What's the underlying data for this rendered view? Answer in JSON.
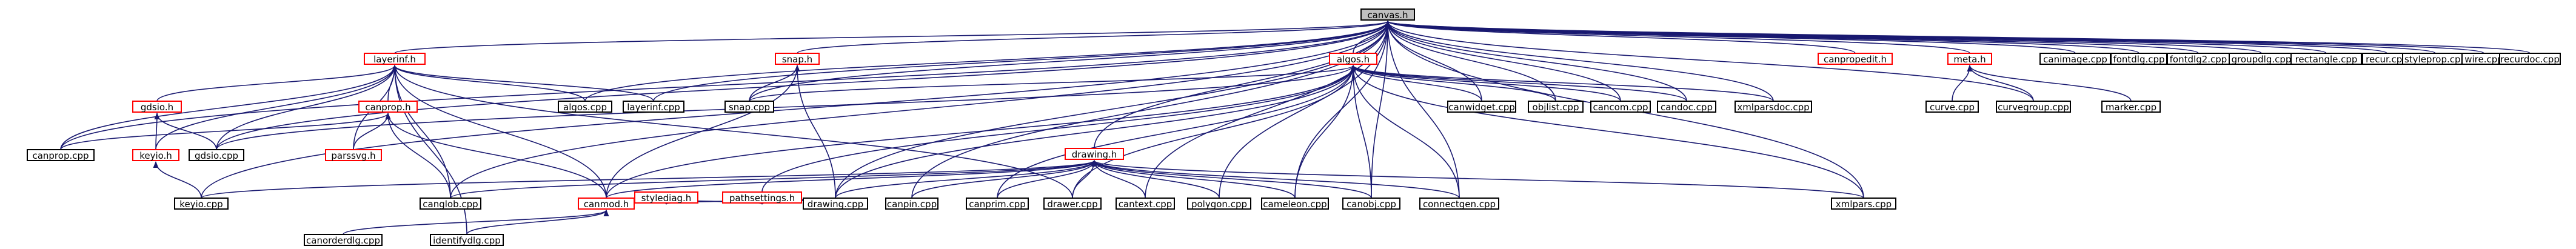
{
  "root": "canvas.h",
  "nodes": {
    "canvas_h": "canvas.h",
    "layerinf_h": "layerinf.h",
    "snap_h": "snap.h",
    "algos_h": "algos.h",
    "canpropedit_h": "canpropedit.h",
    "meta_h": "meta.h",
    "canimage_cpp": "canimage.cpp",
    "fontdlg_cpp": "fontdlg.cpp",
    "fontdlg2_cpp": "fontdlg2.cpp",
    "groupdlg_cpp": "groupdlg.cpp",
    "rectangle_cpp": "rectangle.cpp",
    "recur_cpp": "recur.cpp",
    "styleprop_cpp": "styleprop.cpp",
    "wire_cpp": "wire.cpp",
    "recurdoc_cpp": "recurdoc.cpp",
    "gdsio_h": "gdsio.h",
    "canprop_h": "canprop.h",
    "algos_cpp": "algos.cpp",
    "layerinf_cpp": "layerinf.cpp",
    "snap_cpp": "snap.cpp",
    "canwidget_cpp": "canwidget.cpp",
    "objlist_cpp": "objlist.cpp",
    "cancom_cpp": "cancom.cpp",
    "candoc_cpp": "candoc.cpp",
    "xmlparsdoc_cpp": "xmlparsdoc.cpp",
    "curve_cpp": "curve.cpp",
    "curvegroup_cpp": "curvegroup.cpp",
    "marker_cpp": "marker.cpp",
    "keyio_h": "keyio.h",
    "gdsio_cpp": "gdsio.cpp",
    "canprop_cpp": "canprop.cpp",
    "parssvg_h": "parssvg.h",
    "drawing_h": "drawing.h",
    "stylediag_h": "stylediag.h",
    "pathsettings_h": "pathsettings.h",
    "keyio_cpp": "keyio.cpp",
    "canglob_cpp": "canglob.cpp",
    "canmod_h": "canmod.h",
    "drawing_cpp": "drawing.cpp",
    "canpin_cpp": "canpin.cpp",
    "canprim_cpp": "canprim.cpp",
    "drawer_cpp": "drawer.cpp",
    "cantext_cpp": "cantext.cpp",
    "polygon_cpp": "polygon.cpp",
    "cameleon_cpp": "cameleon.cpp",
    "canobj_cpp": "canobj.cpp",
    "connectgen_cpp": "connectgen.cpp",
    "xmlpars_cpp": "xmlpars.cpp",
    "canorderdlg_cpp": "canorderdlg.cpp",
    "identifydlg_cpp": "identifydlg.cpp"
  },
  "colors": {
    "edge": "#191970",
    "node_border": "#000000",
    "node_border_incomplete": "#ff0000",
    "root_fill": "#bfbfbf"
  }
}
